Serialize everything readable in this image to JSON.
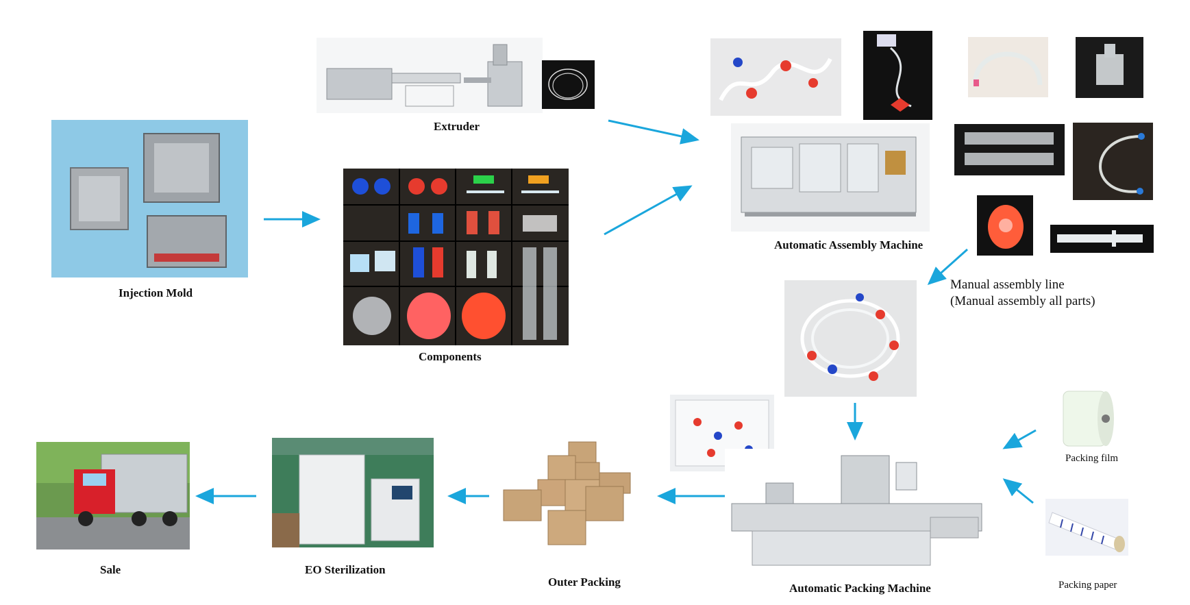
{
  "labels": {
    "injection_mold": "Injection Mold",
    "extruder": "Extruder",
    "components": "Components",
    "automatic_assembly_machine": "Automatic Assembly Machine",
    "manual_assembly_line": "Manual assembly line",
    "manual_assembly_note": "(Manual assembly all parts)",
    "packing_film": "Packing film",
    "packing_paper": "Packing paper",
    "automatic_packing_machine": "Automatic Packing Machine",
    "outer_packing": "Outer Packing",
    "eo_sterilization": "EO Sterilization",
    "sale": "Sale"
  },
  "colors": {
    "arrow": "#1aa6dc",
    "mold_bg": "#8ec9e6",
    "steel": "#a9adb1",
    "component_bg": "#2a2622",
    "tube_red": "#e63b2e",
    "tube_blue": "#2447c8",
    "carton": "#c8a478",
    "truck_red": "#d8202a",
    "sterilizer_bg": "#3e7d5a"
  },
  "icons": {
    "mold": "mold-image",
    "extruder": "extruder-image",
    "truck": "truck-image",
    "boxes": "cardboard-boxes-image"
  }
}
